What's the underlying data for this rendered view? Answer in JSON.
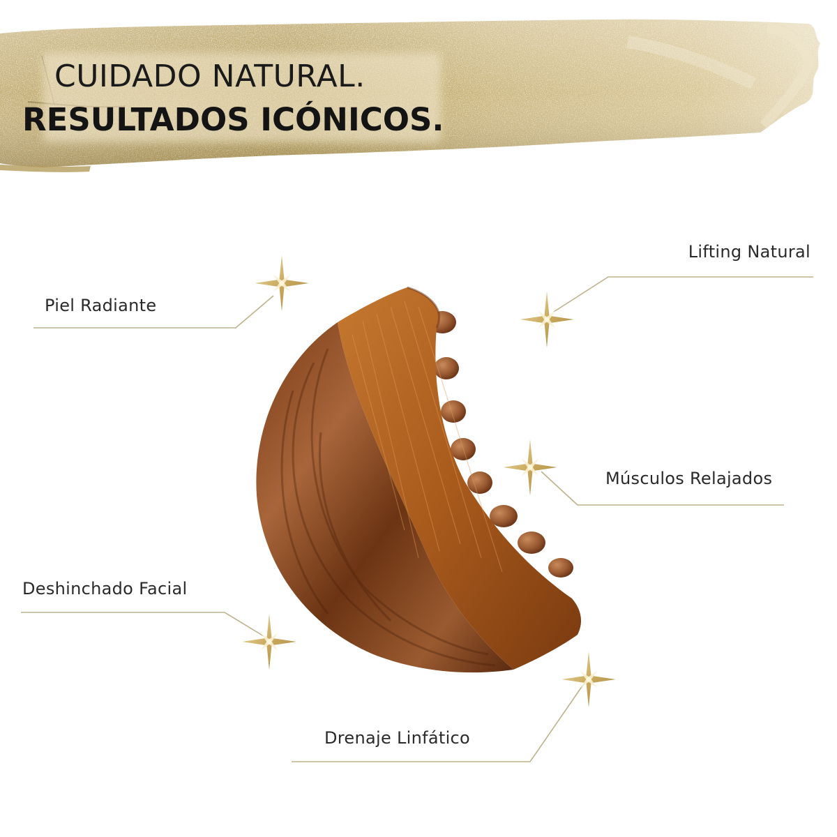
{
  "headline": {
    "line1": "CUIDADO NATURAL.",
    "line2": "RESULTADOS ICÓNICOS."
  },
  "benefits": {
    "lifting": "Lifting Natural",
    "piel": "Piel Radiante",
    "musculos": "Músculos Relajados",
    "deshinchado": "Deshinchado Facial",
    "drenaje": "Drenaje Linfático"
  },
  "colors": {
    "gold": "#c9b27a",
    "line": "#bdb08a",
    "wood_dark": "#5a2c12",
    "wood_mid": "#8a4a22",
    "bristle": "#b4631f"
  },
  "icons": [
    "sparkle-star-icon"
  ]
}
